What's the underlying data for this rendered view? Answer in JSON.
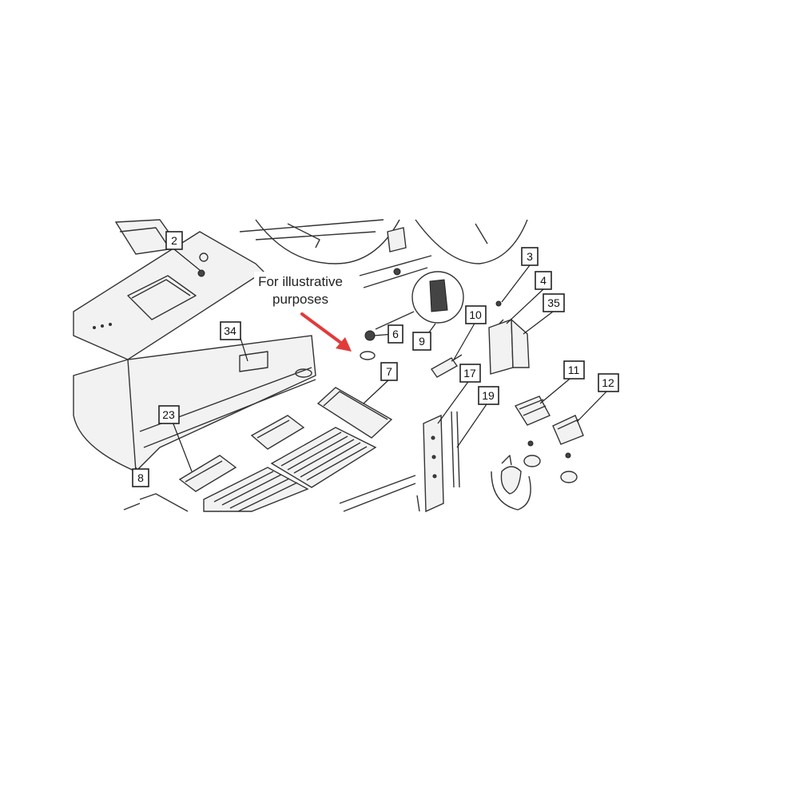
{
  "note": {
    "lines": [
      "For illustrative",
      "purposes"
    ],
    "arrow_color": "#e23a3a"
  },
  "callouts": [
    {
      "id": "c2",
      "label": "2"
    },
    {
      "id": "c3",
      "label": "3"
    },
    {
      "id": "c4",
      "label": "4"
    },
    {
      "id": "c35",
      "label": "35"
    },
    {
      "id": "c6",
      "label": "6"
    },
    {
      "id": "c9",
      "label": "9"
    },
    {
      "id": "c10",
      "label": "10"
    },
    {
      "id": "c7",
      "label": "7"
    },
    {
      "id": "c34",
      "label": "34"
    },
    {
      "id": "c17",
      "label": "17"
    },
    {
      "id": "c19",
      "label": "19"
    },
    {
      "id": "c11",
      "label": "11"
    },
    {
      "id": "c12",
      "label": "12"
    },
    {
      "id": "c23",
      "label": "23"
    },
    {
      "id": "c8",
      "label": "8"
    }
  ]
}
